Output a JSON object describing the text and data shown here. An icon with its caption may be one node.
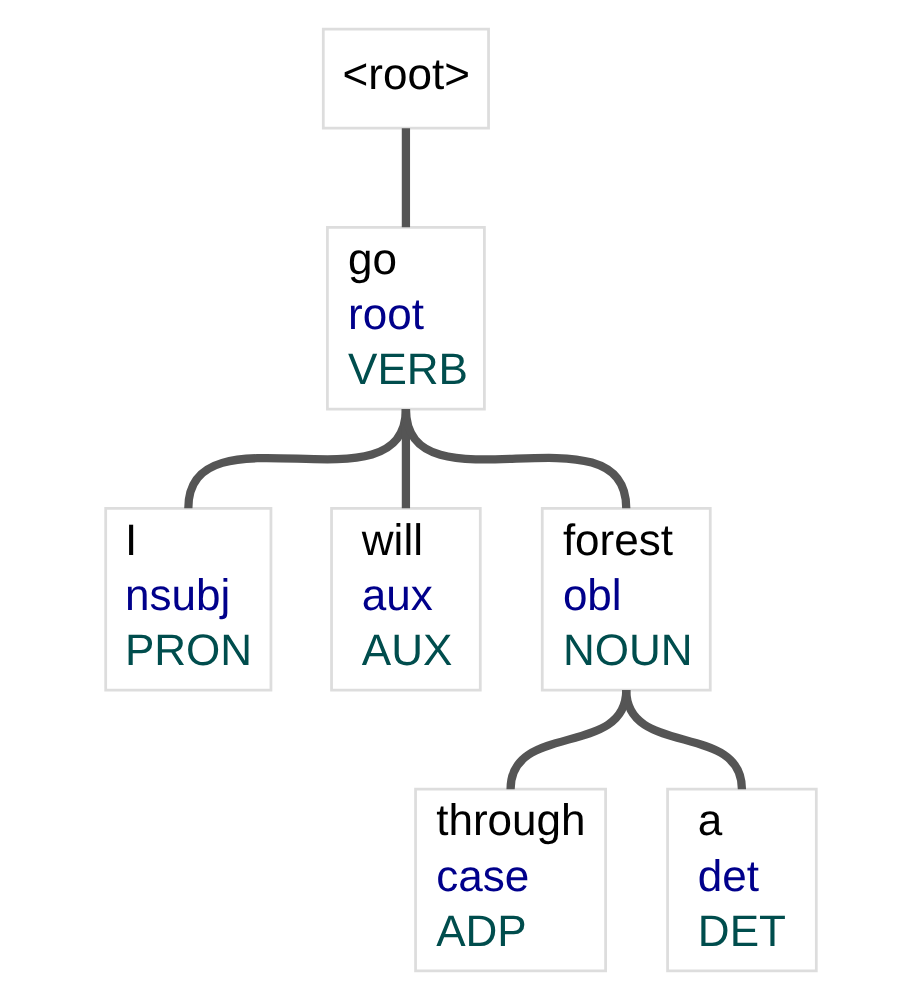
{
  "diagram": {
    "nodes": [
      {
        "text": [
          "<root>"
        ]
      },
      {
        "text": [
          "go",
          "root",
          "VERB"
        ]
      },
      {
        "text": [
          "I",
          "nsubj",
          "PRON"
        ]
      },
      {
        "text": [
          "will",
          "aux",
          "AUX"
        ]
      },
      {
        "text": [
          "forest",
          "obl",
          "NOUN"
        ]
      },
      {
        "text": [
          "through",
          "case",
          "ADP"
        ]
      },
      {
        "text": [
          "a",
          "det",
          "DET"
        ]
      }
    ],
    "edges": [
      {
        "from": 0,
        "to": 1,
        "arrow": "none"
      },
      {
        "from": 1,
        "to": 2,
        "arrow": "none"
      },
      {
        "from": 1,
        "to": 3,
        "arrow": "none"
      },
      {
        "from": 1,
        "to": 4,
        "arrow": "none"
      },
      {
        "from": 4,
        "to": 5,
        "arrow": "none"
      },
      {
        "from": 4,
        "to": 6,
        "arrow": "none"
      }
    ]
  }
}
